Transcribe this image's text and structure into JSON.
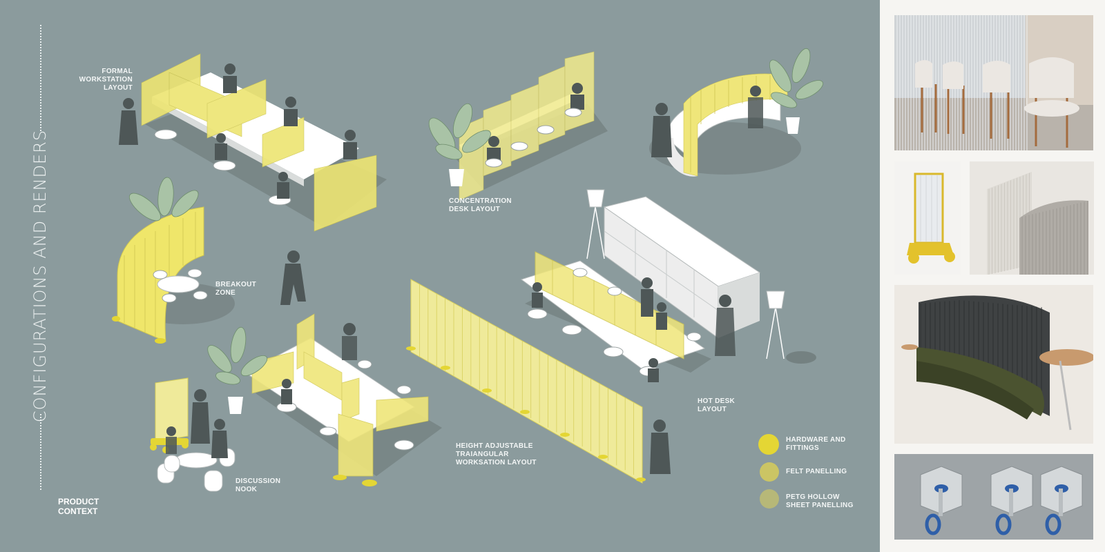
{
  "title": "CONFIGURATIONS AND RENDERS",
  "product_context": [
    "PRODUCT",
    "CONTEXT"
  ],
  "layouts": {
    "formal": [
      "FORMAL",
      "WORKSTATION",
      "LAYOUT"
    ],
    "concentration": [
      "CONCENTRATION",
      "DESK LAYOUT"
    ],
    "breakout": [
      "BREAKOUT",
      "ZONE"
    ],
    "hot_desk": [
      "HOT DESK",
      "LAYOUT"
    ],
    "height_adjustable": [
      "HEIGHT ADJUSTABLE",
      "TRAIANGULAR",
      "WORKSATION LAYOUT"
    ],
    "discussion": [
      "DISCUSSION",
      "NOOK"
    ]
  },
  "legend": [
    {
      "lines": [
        "HARDWARE AND",
        "FITTINGS"
      ],
      "color": "#e4d634"
    },
    {
      "lines": [
        "FELT PANELLING"
      ],
      "color": "#cbc564"
    },
    {
      "lines": [
        "PETG HOLLOW",
        "SHEET  PANELLING"
      ],
      "color": "#b7b878"
    }
  ],
  "colors": {
    "board_bg": "#8b9b9d",
    "panel_yellow": "#e9e27c",
    "felt_yellow": "#efe66a",
    "shadow": "#6b7675",
    "person": "#4e5757",
    "sidebar_bg": "#f6f5f2"
  }
}
